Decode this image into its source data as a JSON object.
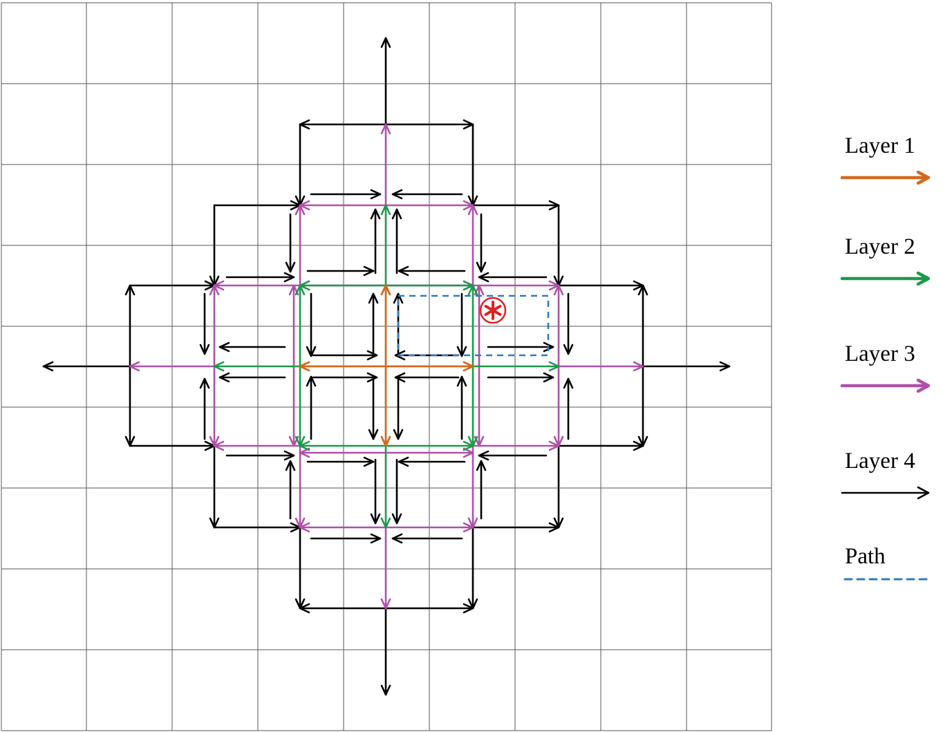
{
  "legend": {
    "items": [
      {
        "label": "Layer 1",
        "color": "#d2691e",
        "style": "solid"
      },
      {
        "label": "Layer 2",
        "color": "#1a9a4a",
        "style": "solid"
      },
      {
        "label": "Layer 3",
        "color": "#b050a8",
        "style": "solid"
      },
      {
        "label": "Layer 4",
        "color": "#000000",
        "style": "solid"
      },
      {
        "label": "Path",
        "color": "#2e7bc4",
        "style": "dashed"
      }
    ]
  },
  "grid": {
    "columns": 9,
    "rows": 9,
    "line_color": "#555555"
  },
  "goal_marker": {
    "icon": "red-asterisk-in-circle",
    "color": "#e02020"
  }
}
